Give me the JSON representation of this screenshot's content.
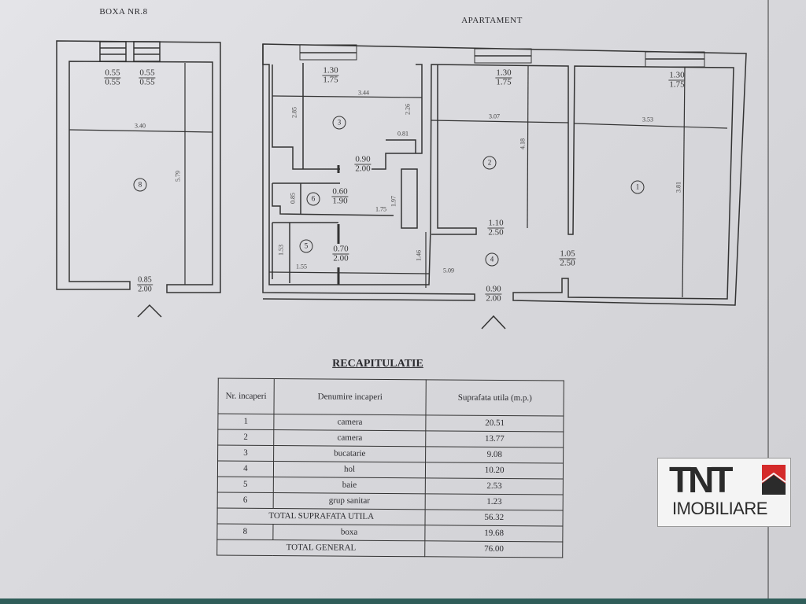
{
  "boxa": {
    "title": "BOXA NR.8",
    "windows": [
      {
        "w": "0.55",
        "h": "0.55"
      },
      {
        "w": "0.55",
        "h": "0.55"
      }
    ],
    "width": "3.40",
    "length": "5.79",
    "room": "8",
    "door": {
      "w": "0.85",
      "h": "2.00"
    }
  },
  "apartment": {
    "title": "APARTAMENT",
    "windows": [
      {
        "w": "1.30",
        "h": "1.75"
      },
      {
        "w": "1.30",
        "h": "1.75"
      },
      {
        "w": "1.30",
        "h": "1.75"
      }
    ],
    "rooms": [
      "1",
      "2",
      "3",
      "4",
      "5",
      "6"
    ],
    "dims": {
      "d344": "3.44",
      "d285": "2.85",
      "d226": "2.26",
      "d081": "0.81",
      "d307": "3.07",
      "d418": "4.18",
      "d353": "3.53",
      "d381": "3.81",
      "d085": "0.85",
      "d175": "1.75",
      "d197": "1.97",
      "d153": "1.53",
      "d155": "1.55",
      "d146": "1.46",
      "d509": "5.09"
    },
    "doors": [
      {
        "w": "0.90",
        "h": "2.00"
      },
      {
        "w": "0.60",
        "h": "1.90"
      },
      {
        "w": "0.70",
        "h": "2.00"
      },
      {
        "w": "1.10",
        "h": "2.50"
      },
      {
        "w": "1.05",
        "h": "2.50"
      },
      {
        "w": "0.90",
        "h": "2.00"
      }
    ]
  },
  "table": {
    "title": "RECAPITULATIE",
    "headers": [
      "Nr. incaperi",
      "Denumire incaperi",
      "Suprafata utila (m.p.)"
    ],
    "rows": [
      {
        "nr": "1",
        "name": "camera",
        "area": "20.51"
      },
      {
        "nr": "2",
        "name": "camera",
        "area": "13.77"
      },
      {
        "nr": "3",
        "name": "bucatarie",
        "area": "9.08"
      },
      {
        "nr": "4",
        "name": "hol",
        "area": "10.20"
      },
      {
        "nr": "5",
        "name": "baie",
        "area": "2.53"
      },
      {
        "nr": "6",
        "name": "grup sanitar",
        "area": "1.23"
      }
    ],
    "total_util_label": "TOTAL SUPRAFATA UTILA",
    "total_util": "56.32",
    "boxa_row": {
      "nr": "8",
      "name": "boxa",
      "area": "19.68"
    },
    "total_general_label": "TOTAL GENERAL",
    "total_general": "76.00"
  },
  "logo": {
    "brand": "TNT",
    "sub": "IMOBILIARE",
    "accent": "#d42a2a"
  }
}
